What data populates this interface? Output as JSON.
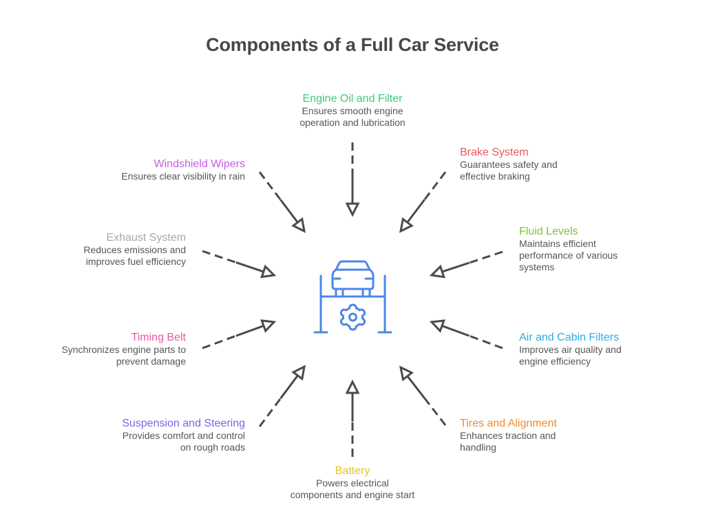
{
  "title": "Components of a Full Car Service",
  "center_icon": "car-lift-gear-icon",
  "colors": {
    "hub": "#4A86E8",
    "arrow": "#4A4A4A",
    "description": "#555555"
  },
  "components": [
    {
      "id": "engine-oil",
      "title": "Engine Oil and Filter",
      "line1": "Ensures smooth engine",
      "line2": "operation and lubrication",
      "line3": "",
      "color": "#3DC97E"
    },
    {
      "id": "brake-system",
      "title": "Brake System",
      "line1": "Guarantees safety and",
      "line2": "effective braking",
      "line3": "",
      "color": "#E8575A"
    },
    {
      "id": "fluid-levels",
      "title": "Fluid Levels",
      "line1": "Maintains efficient",
      "line2": "performance of various",
      "line3": "systems",
      "color": "#7DC236"
    },
    {
      "id": "air-cabin-filters",
      "title": "Air and Cabin Filters",
      "line1": "Improves air quality and",
      "line2": "engine efficiency",
      "line3": "",
      "color": "#2AAEE0"
    },
    {
      "id": "tires-alignment",
      "title": "Tires and Alignment",
      "line1": "Enhances traction and",
      "line2": "handling",
      "line3": "",
      "color": "#F08A2E"
    },
    {
      "id": "battery",
      "title": "Battery",
      "line1": "Powers electrical",
      "line2": "components and engine start",
      "line3": "",
      "color": "#E5C61E"
    },
    {
      "id": "suspension-steering",
      "title": "Suspension and Steering",
      "line1": "Provides comfort and control",
      "line2": "on rough roads",
      "line3": "",
      "color": "#7B63E6"
    },
    {
      "id": "timing-belt",
      "title": "Timing Belt",
      "line1": "Synchronizes engine parts to",
      "line2": "prevent damage",
      "line3": "",
      "color": "#E857A8"
    },
    {
      "id": "exhaust-system",
      "title": "Exhaust System",
      "line1": "Reduces emissions and",
      "line2": "improves fuel efficiency",
      "line3": "",
      "color": "#A8A8A8"
    },
    {
      "id": "windshield-wipers",
      "title": "Windshield Wipers",
      "line1": "Ensures clear visibility in rain",
      "line2": "",
      "line3": "",
      "color": "#C45EE0"
    }
  ]
}
